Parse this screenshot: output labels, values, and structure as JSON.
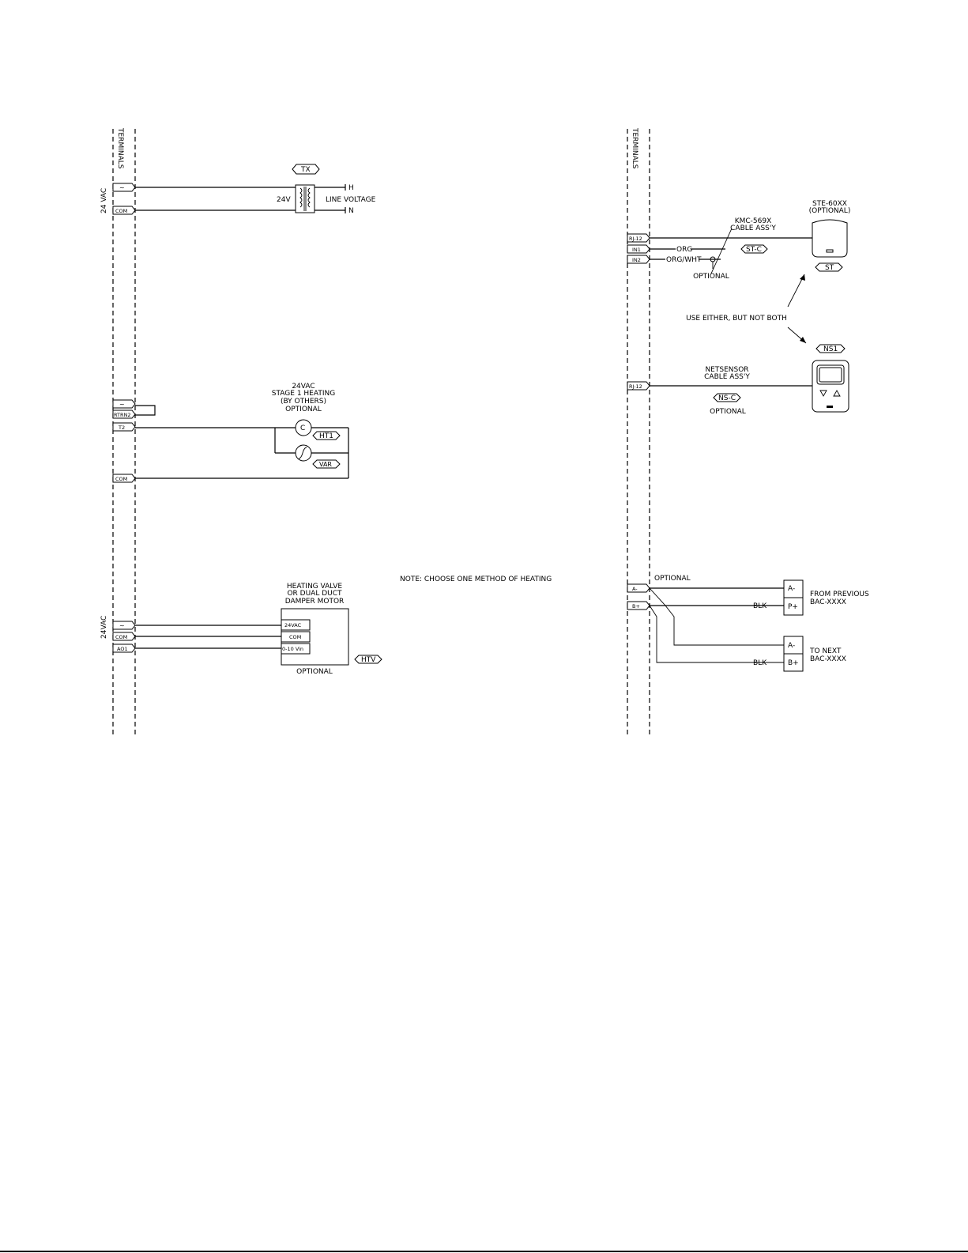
{
  "labels": {
    "terminals_left": "TERMINALS",
    "terminals_right": "TERMINALS",
    "vac_24_top": "24 VAC",
    "vac_24_bottom": "24VAC",
    "note": "NOTE: CHOOSE ONE METHOD OF HEATING"
  },
  "transformer": {
    "tag": "TX",
    "primary": "24V",
    "secondary": "LINE VOLTAGE",
    "hot": "H",
    "neutral": "N",
    "term_ac": "~",
    "term_com": "COM"
  },
  "heating_stage": {
    "title": [
      "24VAC",
      "STAGE 1 HEATING",
      "(BY OTHERS)",
      "OPTIONAL"
    ],
    "term_ac": "~",
    "term_rtrn": "RTRN2",
    "term_t2": "T2",
    "term_com": "COM",
    "contactor_symbol": "C",
    "tag_ht1": "HT1",
    "tag_var": "VAR"
  },
  "heating_valve": {
    "title": [
      "HEATING VALVE",
      "OR DUAL DUCT",
      "DAMPER MOTOR"
    ],
    "term_ac": "~",
    "term_com": "COM",
    "term_ao1": "AO1",
    "pin_24vac": "24VAC",
    "pin_com": "COM",
    "pin_signal": "0-10 Vin",
    "optional": "OPTIONAL",
    "tag": "HTV"
  },
  "sensor_cable": {
    "term_rj": "RJ-12",
    "term_in1": "IN1",
    "term_in2": "IN2",
    "cable_name": [
      "KMC-569X",
      "CABLE ASS'Y"
    ],
    "wire_org": "ORG",
    "wire_orgwht": "ORG/WHT",
    "optional": "OPTIONAL",
    "tag_stc": "ST-C",
    "sensor_name": [
      "STE-60XX",
      "(OPTIONAL)"
    ],
    "tag_st": "ST",
    "either_note": "USE EITHER, BUT NOT BOTH"
  },
  "netsensor": {
    "tag": "NS1",
    "term_rj": "RJ-12",
    "cable_name": [
      "NETSENSOR",
      "CABLE ASS'Y"
    ],
    "tag_nsc": "NS-C",
    "optional": "OPTIONAL"
  },
  "network": {
    "optional": "OPTIONAL",
    "term_a": "A-",
    "term_b": "B+",
    "prev_a": "A-",
    "prev_b": "P+",
    "next_a": "A-",
    "next_b": "B+",
    "wire_blk_1": "BLK",
    "wire_blk_2": "BLK",
    "from_prev": [
      "FROM PREVIOUS",
      "BAC-XXXX"
    ],
    "to_next": [
      "TO NEXT",
      "BAC-XXXX"
    ]
  }
}
